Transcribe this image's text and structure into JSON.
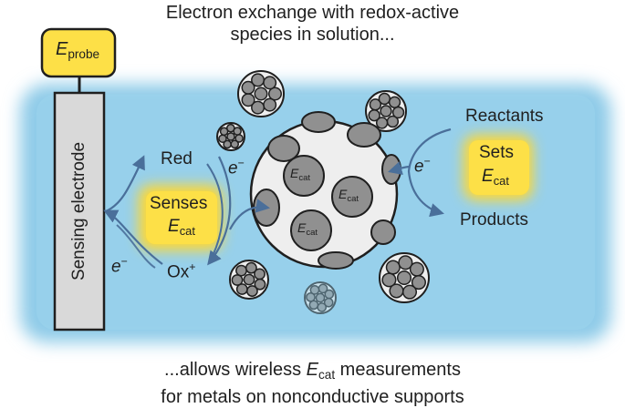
{
  "captions": {
    "top_line1": "Electron exchange with redox-active",
    "top_line2": "species in solution...",
    "bottom_pre": "...allows wireless ",
    "bottom_post": " measurements",
    "bottom_line2": "for metals on nonconductive supports"
  },
  "symbols": {
    "e": "E",
    "probe": "probe",
    "cat": "cat",
    "electron": "e",
    "minus": "−"
  },
  "labels": {
    "sensing_electrode": "Sensing electrode",
    "red": "Red",
    "ox": "Ox",
    "ox_charge": "+",
    "senses": "Senses",
    "sets": "Sets",
    "reactants": "Reactants",
    "products": "Products"
  },
  "colors": {
    "solution": "#8ecbe8",
    "highlight": "#fdd835",
    "probe_box": "#fde047",
    "electrode": "#d9d9d9",
    "particle": "#eeeeee",
    "metal": "#909090",
    "arrow": "#4a6f9a"
  }
}
